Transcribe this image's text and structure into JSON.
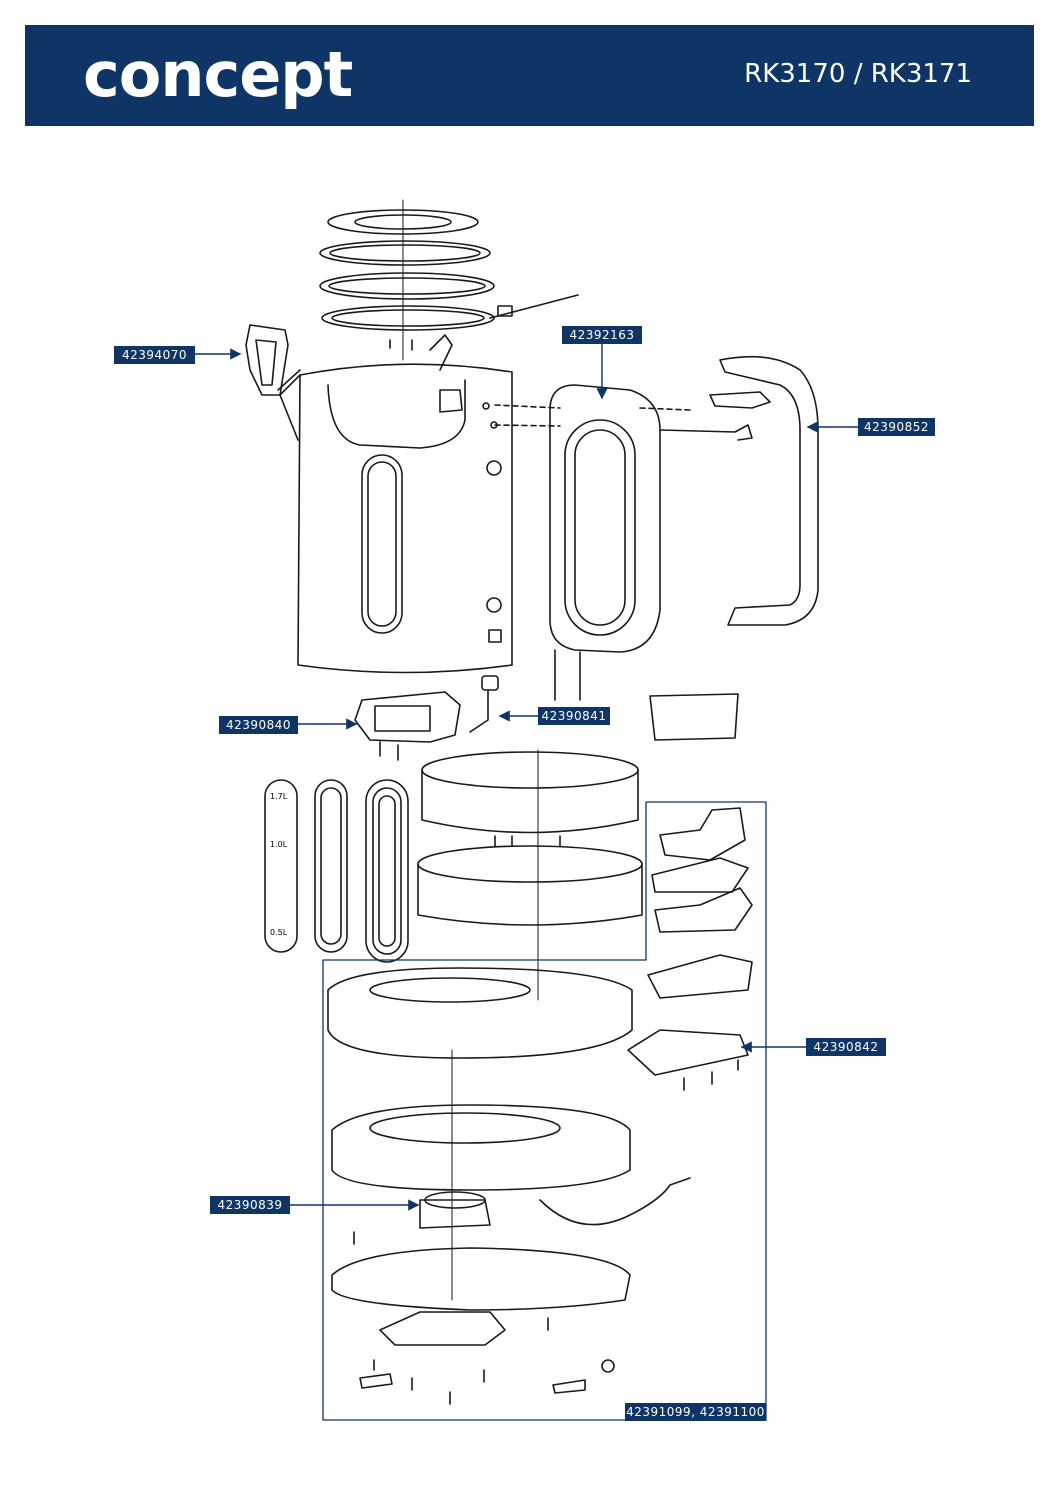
{
  "header": {
    "brand": "concept",
    "model": "RK3170 / RK3171"
  },
  "callouts": {
    "lid_lever": "42394070",
    "handle_top": "42392163",
    "handle_cover": "42390852",
    "switch_block": "42390840",
    "lid_button": "42390841",
    "control_board": "42390842",
    "connector": "42390839",
    "base_assembly": "42391099, 42391100"
  },
  "window_labels": {
    "max": "1.7L",
    "mid": "1.0L",
    "min": "0.5L"
  },
  "colors": {
    "brand_blue": "#0e3565",
    "line": "#1a1a1a"
  }
}
